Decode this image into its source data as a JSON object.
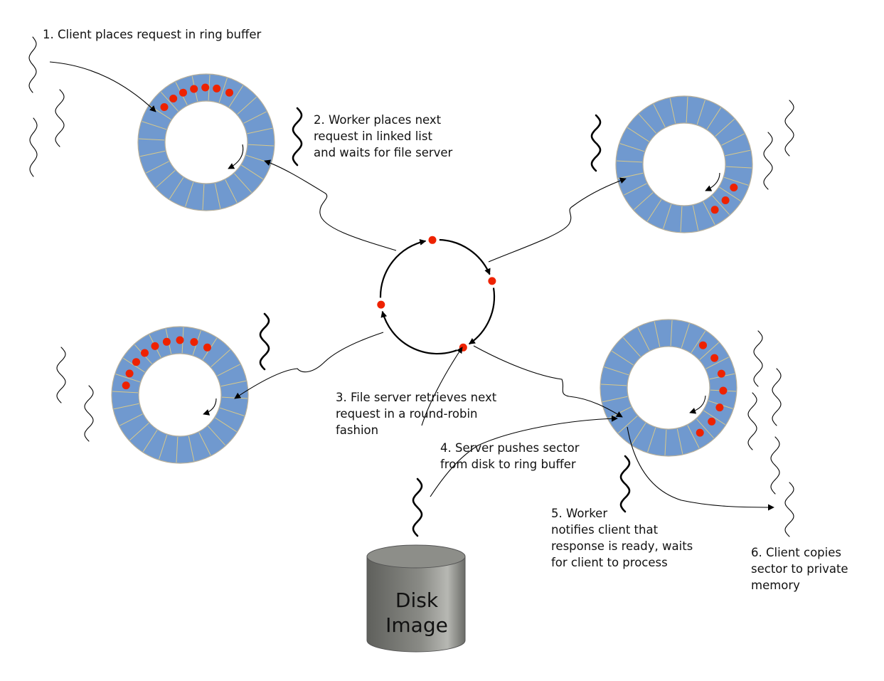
{
  "steps": [
    {
      "id": "1",
      "lines": [
        "1. Client places request in ring buffer"
      ]
    },
    {
      "id": "2",
      "lines": [
        "2. Worker places next",
        "request in linked list",
        "and waits for file server"
      ]
    },
    {
      "id": "3",
      "lines": [
        "3. File server retrieves next",
        "request in a round-robin",
        "fashion"
      ]
    },
    {
      "id": "4",
      "lines": [
        "4. Server pushes sector",
        "from disk to ring buffer"
      ]
    },
    {
      "id": "5",
      "lines": [
        "5. Worker",
        "notifies client that",
        "response is ready, waits",
        "for client to process"
      ]
    },
    {
      "id": "6",
      "lines": [
        "6. Client copies",
        "sector to private",
        "memory"
      ]
    }
  ],
  "disk": {
    "lines": [
      "Disk",
      "Image"
    ]
  },
  "colors": {
    "ring_fill": "#7099cf",
    "ring_divider": "#d8c98a",
    "ring_edge": "#b8b09a",
    "request_dot": "#ee2200",
    "disk_dark": "#6e6e6a",
    "disk_light": "#a9aaa5",
    "disk_top": "#8d8e89"
  },
  "rings": [
    {
      "name": "ring-buffer-top-left",
      "slots": 24,
      "queued_requests": 7
    },
    {
      "name": "ring-buffer-top-right",
      "slots": 24,
      "queued_requests": 3
    },
    {
      "name": "ring-buffer-bottom-left",
      "slots": 24,
      "queued_requests": 9
    },
    {
      "name": "ring-buffer-bottom-right",
      "slots": 24,
      "queued_requests": 7
    }
  ],
  "scheduler": {
    "nodes": 4
  },
  "icons": {
    "thread": "squiggle-thread-icon",
    "request": "request-dot-icon",
    "disk": "disk-cylinder-icon"
  }
}
